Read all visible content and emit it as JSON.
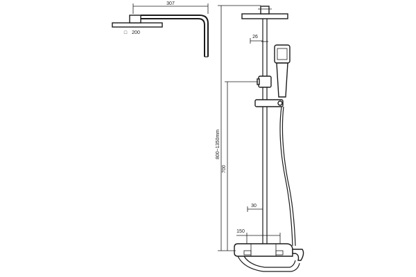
{
  "dimensions": {
    "arm_length": "307",
    "head_size": "200",
    "head_size_symbol": "□",
    "pipe_gap": "26",
    "height_range": "800~1350mm",
    "bar_height": "700",
    "pipe_offset": "30",
    "valve_centres": "150"
  }
}
